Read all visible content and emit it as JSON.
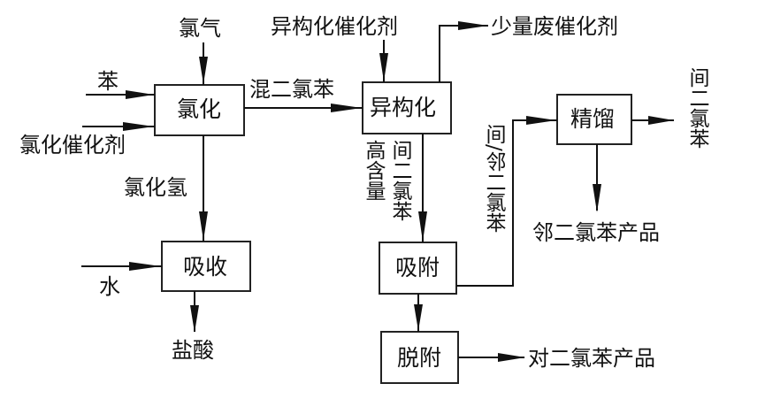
{
  "diagram": {
    "type": "process-flowchart",
    "nodes": {
      "chlorination": "氯化",
      "isomerization": "异构化",
      "absorption": "吸收",
      "adsorption": "吸附",
      "desorption": "脱附",
      "rectification": "精馏"
    },
    "inputs": {
      "chlorine": "氯气",
      "benzene": "苯",
      "chlorination_catalyst": "氯化催化剂",
      "isomerization_catalyst": "异构化催化剂",
      "water": "水"
    },
    "streams": {
      "mixed_dichlorobenzene": "混二氯苯",
      "hydrogen_chloride": "氯化氢",
      "high_content_label": "高含量",
      "meta_dichlorobenzene_vertical": "间二氯苯",
      "meta_ortho_dichlorobenzene": "间/邻二氯苯"
    },
    "outputs": {
      "waste_catalyst": "少量废催化剂",
      "hydrochloric_acid": "盐酸",
      "ortho_product": "邻二氯苯产品",
      "para_product": "对二氯苯产品",
      "meta_product": "间二氯苯"
    },
    "edges": [
      {
        "from": "chlorine",
        "to": "chlorination"
      },
      {
        "from": "benzene",
        "to": "chlorination"
      },
      {
        "from": "chlorination_catalyst",
        "to": "chlorination"
      },
      {
        "from": "chlorination",
        "to": "isomerization",
        "label": "混二氯苯"
      },
      {
        "from": "chlorination",
        "to": "absorption",
        "label": "氯化氢"
      },
      {
        "from": "water",
        "to": "absorption"
      },
      {
        "from": "absorption",
        "to": "hydrochloric_acid"
      },
      {
        "from": "isomerization_catalyst",
        "to": "isomerization"
      },
      {
        "from": "isomerization",
        "to": "waste_catalyst"
      },
      {
        "from": "isomerization",
        "to": "adsorption",
        "label": "高含量间二氯苯"
      },
      {
        "from": "adsorption",
        "to": "rectification",
        "label": "间/邻二氯苯"
      },
      {
        "from": "adsorption",
        "to": "desorption"
      },
      {
        "from": "desorption",
        "to": "para_product"
      },
      {
        "from": "rectification",
        "to": "meta_product"
      },
      {
        "from": "rectification",
        "to": "ortho_product"
      }
    ]
  }
}
